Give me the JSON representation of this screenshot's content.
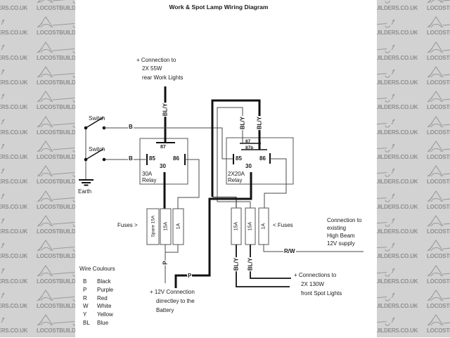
{
  "title": "Work & Spot Lamp Wiring Diagram",
  "watermark": {
    "text": "LOCOSTBUILDERS.CO.UK"
  },
  "annotations": {
    "work_lights": {
      "line1": "+ Connection to",
      "line2": "2X 55W",
      "line3": "rear Work Lights"
    },
    "battery": {
      "line1": "+ 12V Connection",
      "line2": "dirrectley to the",
      "line3": "Battery"
    },
    "spot_lights": {
      "line1": "+ Connections to",
      "line2": "2X 130W",
      "line3": "front Spot Lights"
    },
    "high_beam": {
      "line1": "Connection to",
      "line2": "existing",
      "line3": "High Beam",
      "line4": "12V supply"
    }
  },
  "relays": {
    "left": {
      "name_line1": "30A",
      "name_line2": "Relay",
      "pin_87": "87",
      "pin_85": "85",
      "pin_86": "86",
      "pin_30": "30"
    },
    "right": {
      "name_line1": "2X20A",
      "name_line2": "Relay",
      "pin_87": "87",
      "pin_87b": "87b",
      "pin_85": "85",
      "pin_86": "86",
      "pin_30": "30"
    }
  },
  "switches": {
    "switch1": "Switch",
    "switch2": "Switch",
    "earth": "Earth"
  },
  "fuses": {
    "left_label": "Fuses >",
    "right_label": "< Fuses",
    "left": [
      "Spare 15A",
      "15A",
      "1A"
    ],
    "right": [
      "15A",
      "15A",
      "1A"
    ]
  },
  "wire_labels": {
    "b1": "B",
    "b2": "B",
    "bly_work": "BL/Y",
    "bly_87": "BL/Y",
    "bly_87b": "BL/Y",
    "bly_spot1": "BL/Y",
    "bly_spot2": "BL/Y",
    "p_fuse": "P",
    "p_battery": "P",
    "rw": "R/W"
  },
  "legend": {
    "heading": "Wire Coulours",
    "entries": [
      {
        "code": "B",
        "name": "Black"
      },
      {
        "code": "P",
        "name": "Purple"
      },
      {
        "code": "R",
        "name": "Red"
      },
      {
        "code": "W",
        "name": "White"
      },
      {
        "code": "Y",
        "name": "Yellow"
      },
      {
        "code": "BL",
        "name": "Blue"
      }
    ]
  },
  "colors": {
    "wire_thick": "#111111",
    "wire_thin": "#4a4a4a",
    "box_stroke": "#555555",
    "watermark_bg": "#d2d2d2",
    "watermark_text": "#8f8f8f",
    "panel_bg": "#ffffff"
  }
}
